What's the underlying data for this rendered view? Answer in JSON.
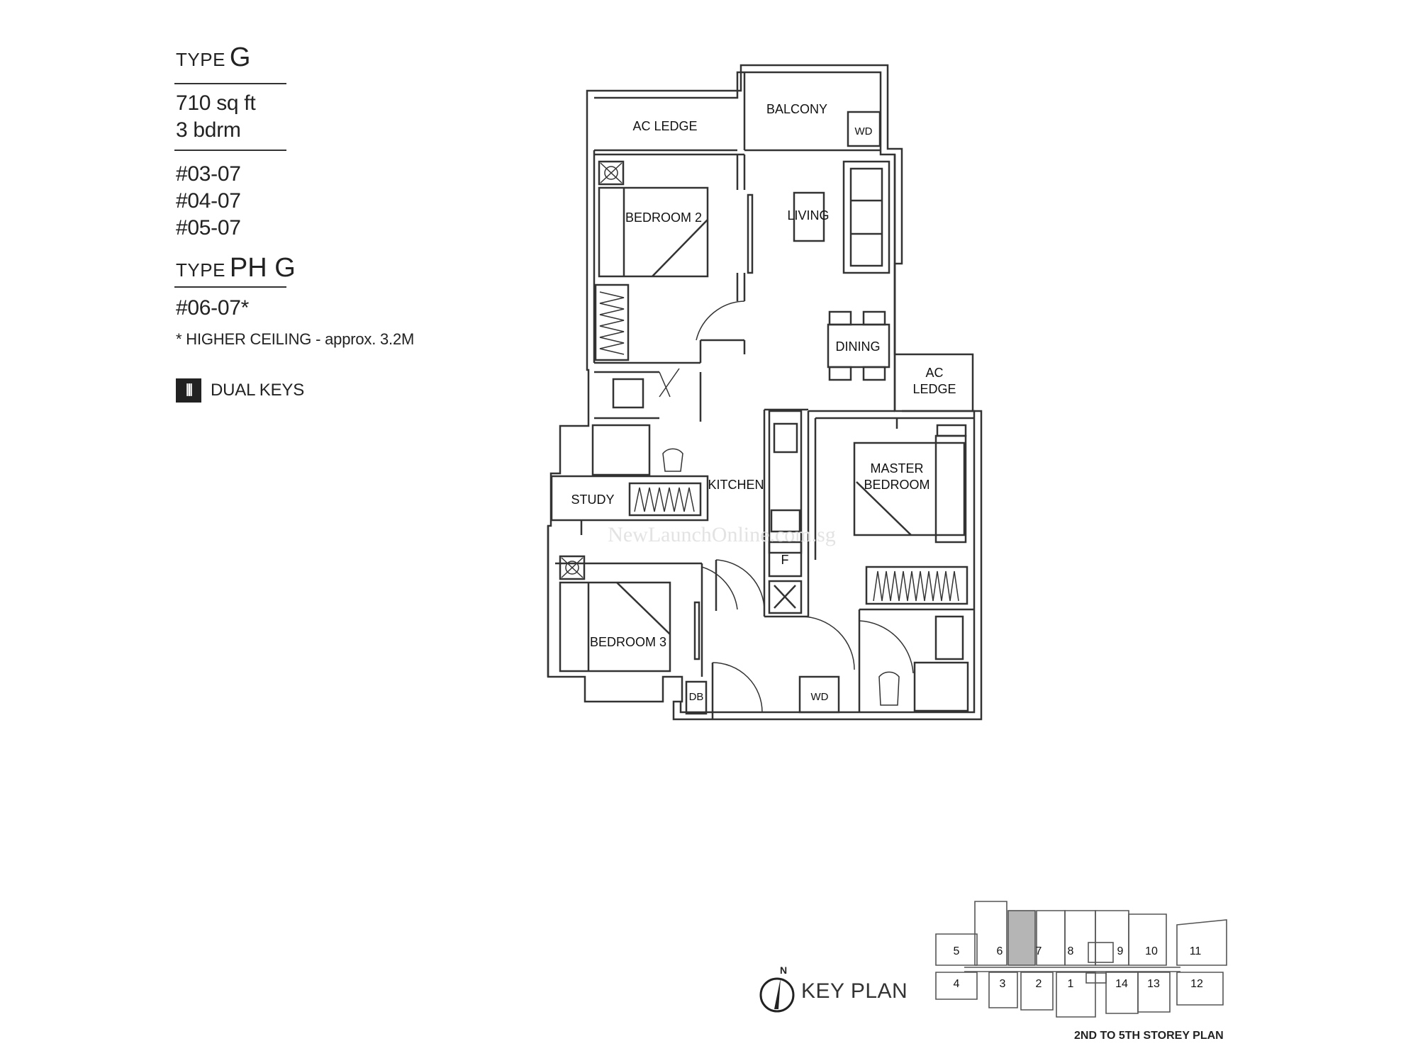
{
  "info": {
    "type_small": "TYPE",
    "type_large": "G",
    "area": "710 sq ft",
    "bedrooms": "3 bdrm",
    "units": [
      "#03-07",
      "#04-07",
      "#05-07"
    ],
    "ph_type_small": "TYPE",
    "ph_type_large": "PH G",
    "ph_unit": "#06-07*",
    "ph_note": "* HIGHER CEILING - approx. 3.2M",
    "dual_keys_label": "DUAL KEYS"
  },
  "rooms": {
    "ac_ledge_top": "AC LEDGE",
    "balcony": "BALCONY",
    "wd": "WD",
    "bedroom2": "BEDROOM 2",
    "living": "LIVING",
    "dining": "DINING",
    "ac_ledge_right_1": "AC",
    "ac_ledge_right_2": "LEDGE",
    "kitchen": "KITCHEN",
    "master_1": "MASTER",
    "master_2": "BEDROOM",
    "study": "STUDY",
    "fridge": "F",
    "bedroom3": "BEDROOM 3",
    "db": "DB",
    "wd_bottom": "WD"
  },
  "watermark": "NewLaunchOnline.com.sg",
  "key_plan": {
    "title": "KEY PLAN",
    "north": "N",
    "storey_label": "2ND TO 5TH STOREY PLAN",
    "top_units": [
      "5",
      "6",
      "7",
      "8",
      "9",
      "10",
      "11"
    ],
    "bottom_units": [
      "4",
      "3",
      "2",
      "1",
      "14",
      "13",
      "12"
    ],
    "highlight_unit": "7",
    "highlight_color": "#b5b5b5"
  }
}
